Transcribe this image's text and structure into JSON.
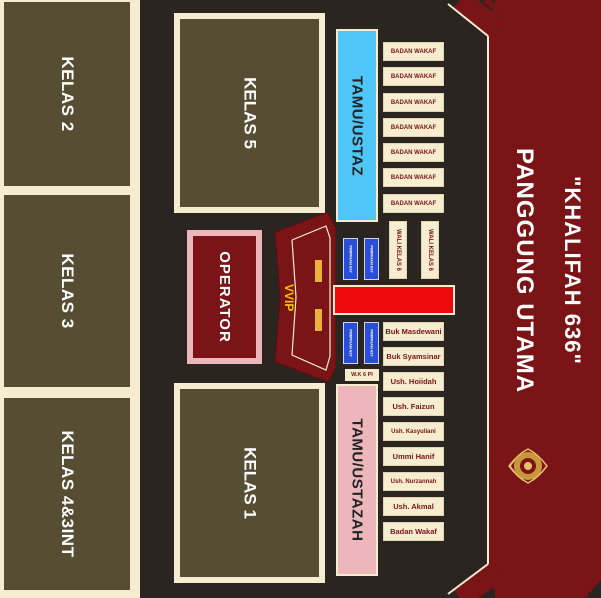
{
  "left_rooms": [
    "KELAS 2",
    "KELAS 3",
    "KELAS 4&3INT"
  ],
  "center_rooms": {
    "top": "KELAS 5",
    "bottom": "KELAS 1"
  },
  "operator": "OPERATOR",
  "vvip": "VVIP",
  "tamu_top": "TAMU/USTAZ",
  "tamu_bottom": "TAMU/USTAZAH",
  "wakaf_seats": [
    "BADAN WAKAF",
    "BADAN WAKAF",
    "BADAN WAKAF",
    "BADAN WAKAF",
    "BADAN WAKAF",
    "BADAN WAKAF",
    "BADAN WAKAF"
  ],
  "wali": [
    "WALI KELAS 6",
    "WALI KELAS 6"
  ],
  "pimpinan": [
    "PIMPINAN 637",
    "PIMPINAN 637",
    "PIMPINAN 637",
    "PIMPINAN 637"
  ],
  "wk_label": "W.K 6 PI",
  "named_seats": [
    "Buk Masdewani",
    "Buk Syamsinar",
    "Ush. Hoiidah",
    "Ush. Faizun",
    "Ush. Kasyuliani",
    "Ummi Hanif",
    "Ush. Nurzannah",
    "Ush. Akmal",
    "Badan Wakaf"
  ],
  "stage": {
    "title": "\"KHALIFAH 636\"",
    "subtitle": "PANGGUNG UTAMA"
  },
  "colors": {
    "maroon": "#7a1416",
    "cream": "#f6ecd0",
    "room": "#564d33",
    "floor": "#2a2520",
    "blue_zone": "#4ec6f7",
    "pink_zone": "#ecb6ba",
    "pimpinan": "#2a4fd6",
    "red_bar": "#ee0a0a",
    "vvip_text": "#f5c400"
  }
}
